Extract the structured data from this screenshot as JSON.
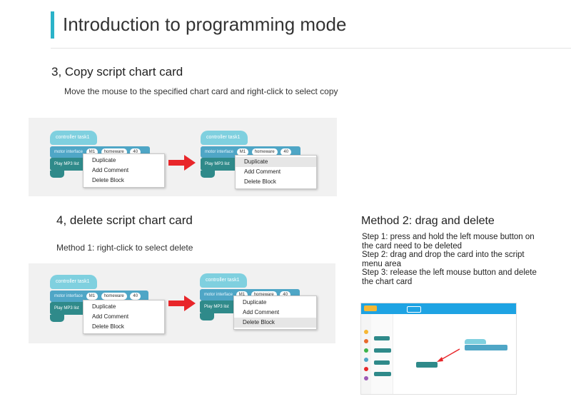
{
  "header": {
    "title": "Introduction to programming mode",
    "accent": "#2bb3c9"
  },
  "section3": {
    "heading": "3, Copy script chart card",
    "instruction": "Move the mouse to the specified chart card and right-click to select copy"
  },
  "section4": {
    "heading": "4, delete script chart card",
    "method1": "Method 1: right-click to select delete"
  },
  "method2": {
    "heading": "Method 2: drag and delete",
    "steps": [
      "Step 1: press and hold the left mouse button on the card need to be deleted",
      "Step 2: drag and drop the card into the script menu area",
      "Step 3: release the left mouse button and delete the chart card"
    ]
  },
  "block": {
    "hat_label": "controller task1",
    "motor_label": "motor interface",
    "motor_port": "M1",
    "motor_mode": "homeware",
    "motor_value": "40",
    "play_label": "Play MP3 list"
  },
  "context_menu": {
    "items": [
      "Duplicate",
      "Add Comment",
      "Delete Block"
    ]
  },
  "colors": {
    "arrow": "#e8262a",
    "block_hat": "#7fd0df",
    "block_motor": "#4fa6c6",
    "block_play": "#2f8a8a"
  }
}
